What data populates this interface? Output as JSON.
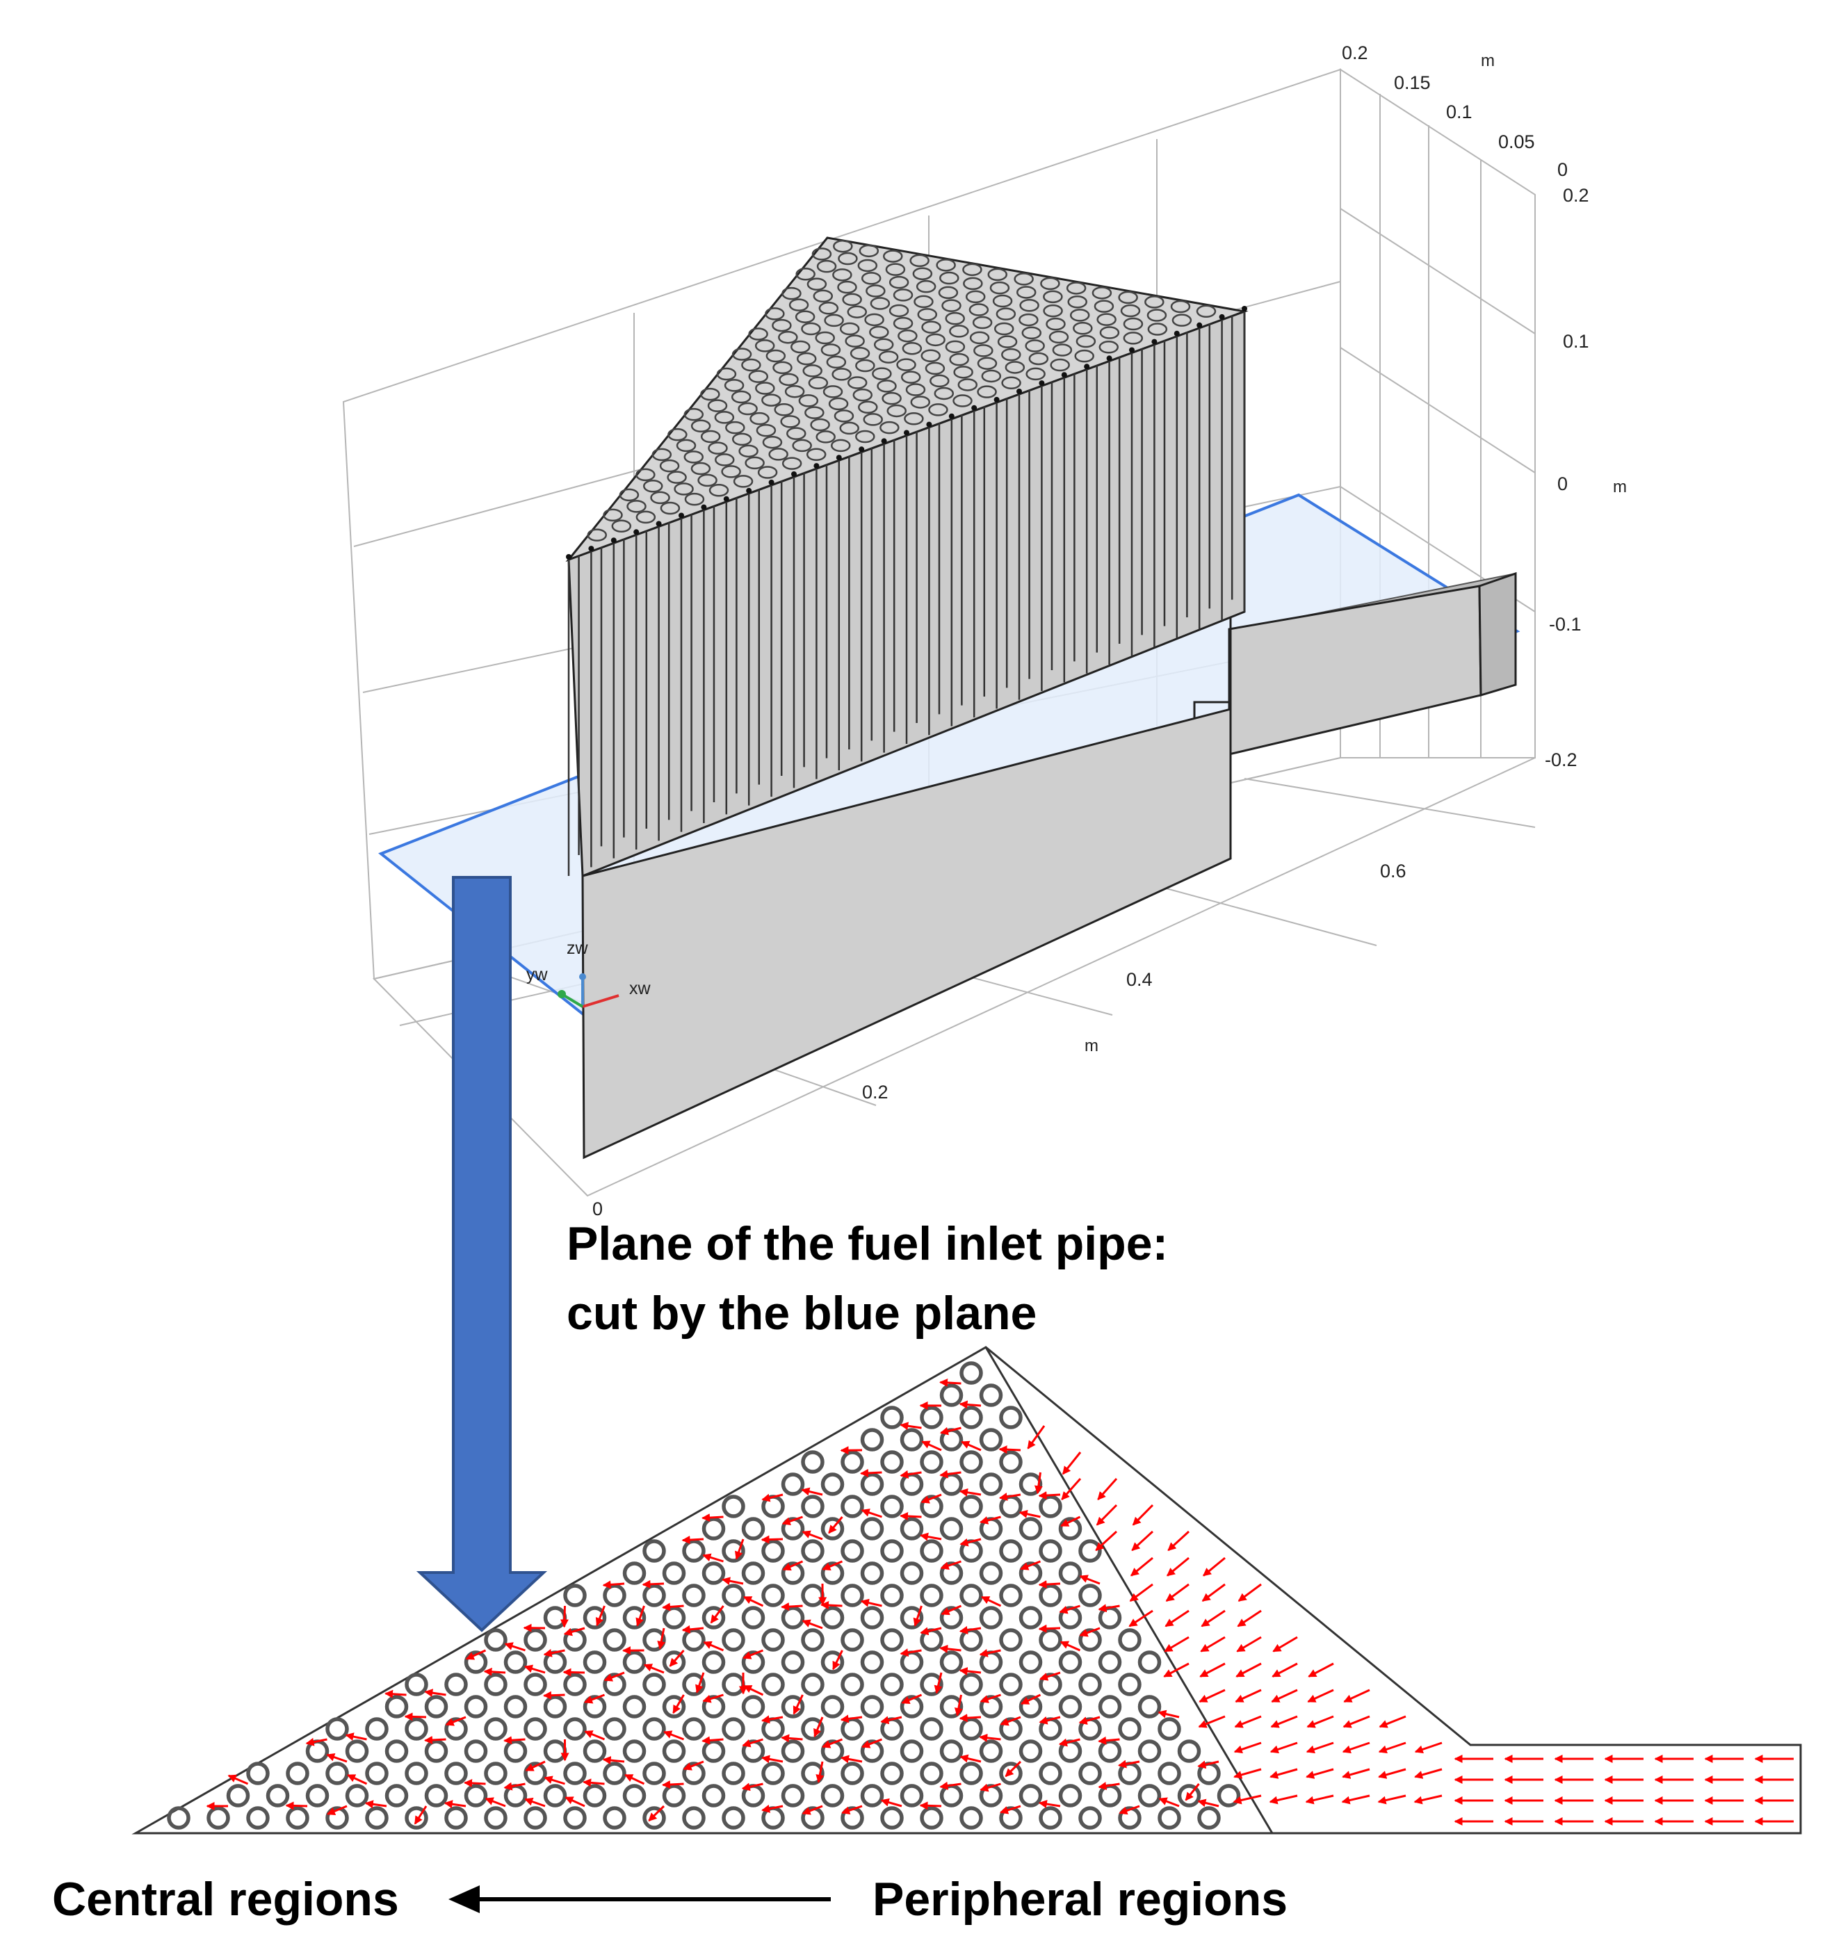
{
  "axes": {
    "x_ticks": [
      "0",
      "0.2",
      "0.4",
      "0.6"
    ],
    "x_unit": "m",
    "y_ticks": [
      "0.2",
      "0.15",
      "0.1",
      "0.05",
      "0"
    ],
    "y_unit": "m",
    "z_ticks": [
      "0.2",
      "0.1",
      "0",
      "-0.1",
      "-0.2"
    ],
    "z_unit": "m"
  },
  "triad": {
    "x": "xw",
    "y": "yw",
    "z": "zw"
  },
  "captions": {
    "plane_line1": "Plane of the fuel inlet pipe:",
    "plane_line2": "cut by the blue plane",
    "central": "Central regions",
    "peripheral": "Peripheral regions"
  },
  "colors": {
    "cut_plane": "#3b78e0",
    "cut_plane_fill": "#e3edfb",
    "arrow_fill": "#4472c4",
    "vectors": "#ff0000",
    "geometry": "#cfcfcf"
  }
}
